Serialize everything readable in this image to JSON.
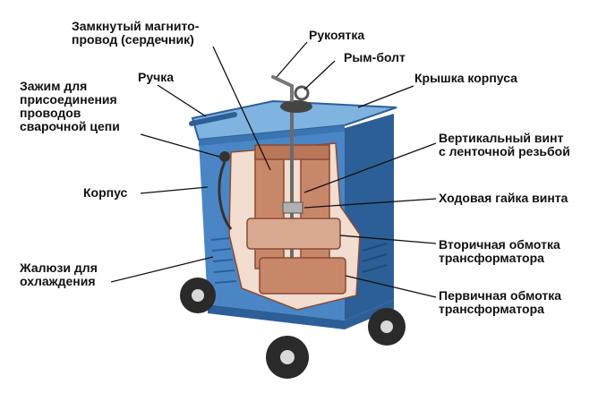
{
  "colors": {
    "body": "#4a86c6",
    "body_light": "#7fb3e0",
    "body_dark": "#2c5f97",
    "core": "#c9876a",
    "core_dark": "#8a4a32",
    "winding": "#d8a890",
    "interior": "#f2ddd0",
    "wheel": "#2a2a2a",
    "line": "#111111"
  },
  "labels": {
    "core": [
      "Замкнутый магнито-",
      "провод (сердечник)"
    ],
    "handle_crank": [
      "Рукоятка"
    ],
    "eye_bolt": [
      "Рым-болт"
    ],
    "grip": [
      "Ручка"
    ],
    "lid": [
      "Крышка корпуса"
    ],
    "clamp": [
      "Зажим для",
      "присоединения",
      "проводов",
      "сварочной цепи"
    ],
    "screw": [
      "Вертикальный винт",
      "с ленточной резьбой"
    ],
    "case": [
      "Корпус"
    ],
    "nut": [
      "Ходовая гайка винта"
    ],
    "secondary": [
      "Вторичная обмотка",
      "трансформатора"
    ],
    "louvers": [
      "Жалюзи для",
      "охлаждения"
    ],
    "primary": [
      "Первичная обмотка",
      "трансформатора"
    ]
  }
}
